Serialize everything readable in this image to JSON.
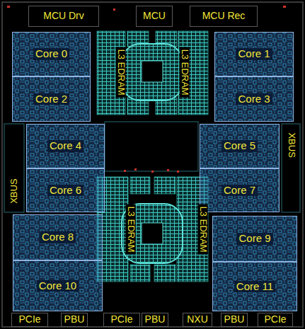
{
  "diagram": {
    "nodes": [
      {
        "text": [
          "MCU Drv"
        ]
      },
      {
        "text": [
          "MCU"
        ]
      },
      {
        "text": [
          "MCU Rec"
        ]
      },
      {
        "text": [
          "Core 0"
        ]
      },
      {
        "text": [
          "L3 EDRAM"
        ]
      },
      {
        "text": [
          "L3 EDRAM"
        ]
      },
      {
        "text": [
          "Core 1"
        ]
      },
      {
        "text": [
          "Core 2"
        ]
      },
      {
        "text": [
          "Core 3"
        ]
      },
      {
        "text": [
          "Core 4"
        ]
      },
      {
        "text": [
          "Core 5"
        ]
      },
      {
        "text": [
          "Core 6"
        ]
      },
      {
        "text": [
          "Core 7"
        ]
      },
      {
        "text": [
          "L3 EDRAM"
        ]
      },
      {
        "text": [
          "L3 EDRAM"
        ]
      },
      {
        "text": [
          "Core 8"
        ]
      },
      {
        "text": [
          "Core 9"
        ]
      },
      {
        "text": [
          "Core 10"
        ]
      },
      {
        "text": [
          "Core 11"
        ]
      },
      {
        "text": [
          "PCIe"
        ]
      },
      {
        "text": [
          "PBU"
        ]
      },
      {
        "text": [
          "PCIe"
        ]
      },
      {
        "text": [
          "PBU"
        ]
      },
      {
        "text": [
          "NXU"
        ]
      },
      {
        "text": [
          "PBU"
        ]
      },
      {
        "text": [
          "PCIe"
        ]
      }
    ],
    "labels": [
      "XBUS",
      "XBUS"
    ]
  }
}
